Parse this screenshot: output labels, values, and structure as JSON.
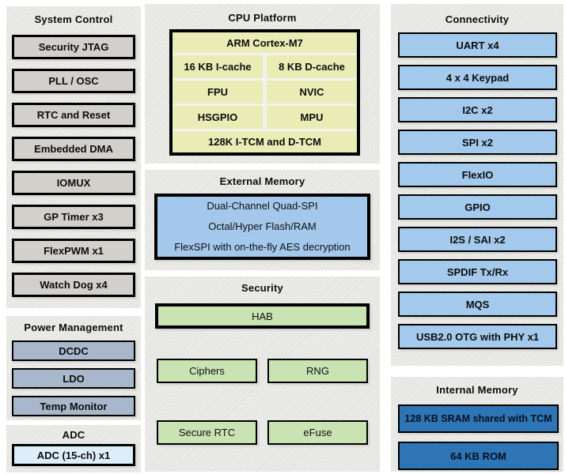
{
  "left": {
    "system_control": {
      "title": "System Control",
      "items": [
        "Security JTAG",
        "PLL / OSC",
        "RTC and Reset",
        "Embedded DMA",
        "IOMUX",
        "GP Timer x3",
        "FlexPWM x1",
        "Watch Dog x4"
      ]
    },
    "power_management": {
      "title": "Power Management",
      "items": [
        "DCDC",
        "LDO",
        "Temp Monitor"
      ]
    },
    "adc": {
      "title": "ADC",
      "items": [
        "ADC (15-ch) x1"
      ]
    }
  },
  "middle": {
    "cpu_platform": {
      "title": "CPU Platform",
      "core": "ARM Cortex-M7",
      "cells": [
        "16 KB I-cache",
        "8 KB D-cache",
        "FPU",
        "NVIC",
        "HSGPIO",
        "MPU"
      ],
      "tcm": "128K I-TCM and D-TCM"
    },
    "external_memory": {
      "title": "External Memory",
      "lines": [
        "Dual-Channel Quad-SPI",
        "Octal/Hyper Flash/RAM",
        "FlexSPI with on-the-fly AES decryption"
      ]
    },
    "security": {
      "title": "Security",
      "hab": "HAB",
      "blocks": [
        "Ciphers",
        "RNG",
        "Secure RTC",
        "eFuse"
      ]
    }
  },
  "right": {
    "connectivity": {
      "title": "Connectivity",
      "items": [
        "UART x4",
        "4 x 4 Keypad",
        "I2C x2",
        "SPI x2",
        "FlexIO",
        "GPIO",
        "I2S / SAI x2",
        "SPDIF Tx/Rx",
        "MQS",
        "USB2.0 OTG with PHY x1"
      ]
    },
    "internal_memory": {
      "title": "Internal Memory",
      "items": [
        "128 KB SRAM shared with TCM",
        "64 KB ROM"
      ]
    }
  },
  "colors": {
    "panel_bg": "#e9e9e5",
    "gray_block": "#d3d0cb",
    "bluegray_block": "#a9b7cc",
    "adc_block": "#ddeef8",
    "cpu_cell": "#e9ecb4",
    "external_memory_block": "#a4c8ec",
    "green_block": "#c9e3b3",
    "connectivity_block": "#a3c9ec",
    "internal_memory_block": "#2e75b6",
    "border": "#000000"
  }
}
